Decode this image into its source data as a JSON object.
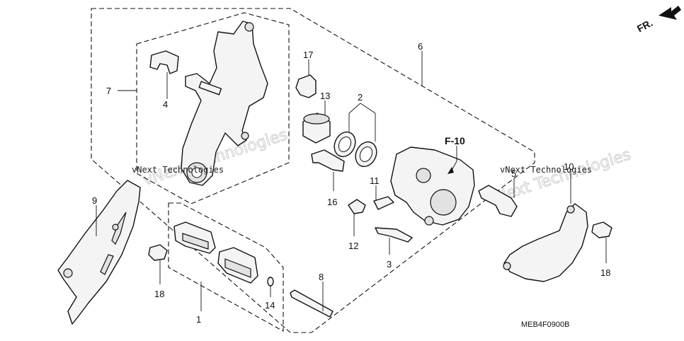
{
  "diagram": {
    "callouts": [
      {
        "id": "c1",
        "text": "1"
      },
      {
        "id": "c2",
        "text": "2"
      },
      {
        "id": "c3",
        "text": "3"
      },
      {
        "id": "c4",
        "text": "4"
      },
      {
        "id": "c5",
        "text": "5"
      },
      {
        "id": "c6",
        "text": "6"
      },
      {
        "id": "c7",
        "text": "7"
      },
      {
        "id": "c8",
        "text": "8"
      },
      {
        "id": "c9",
        "text": "9"
      },
      {
        "id": "c10",
        "text": "10"
      },
      {
        "id": "c11",
        "text": "11"
      },
      {
        "id": "c12",
        "text": "12"
      },
      {
        "id": "c13",
        "text": "13"
      },
      {
        "id": "c14",
        "text": "14"
      },
      {
        "id": "c16",
        "text": "16"
      },
      {
        "id": "c17",
        "text": "17"
      },
      {
        "id": "c18a",
        "text": "18"
      },
      {
        "id": "c18b",
        "text": "18"
      }
    ],
    "reference_label": "F-10",
    "direction_label": "FR.",
    "diagram_code": "MEB4F0900B",
    "watermarks": [
      {
        "text": "vNext Technologies",
        "ghost": "vNext Technologies"
      },
      {
        "text": "vNext Technologies",
        "ghost": "vNext Technologies"
      }
    ]
  }
}
